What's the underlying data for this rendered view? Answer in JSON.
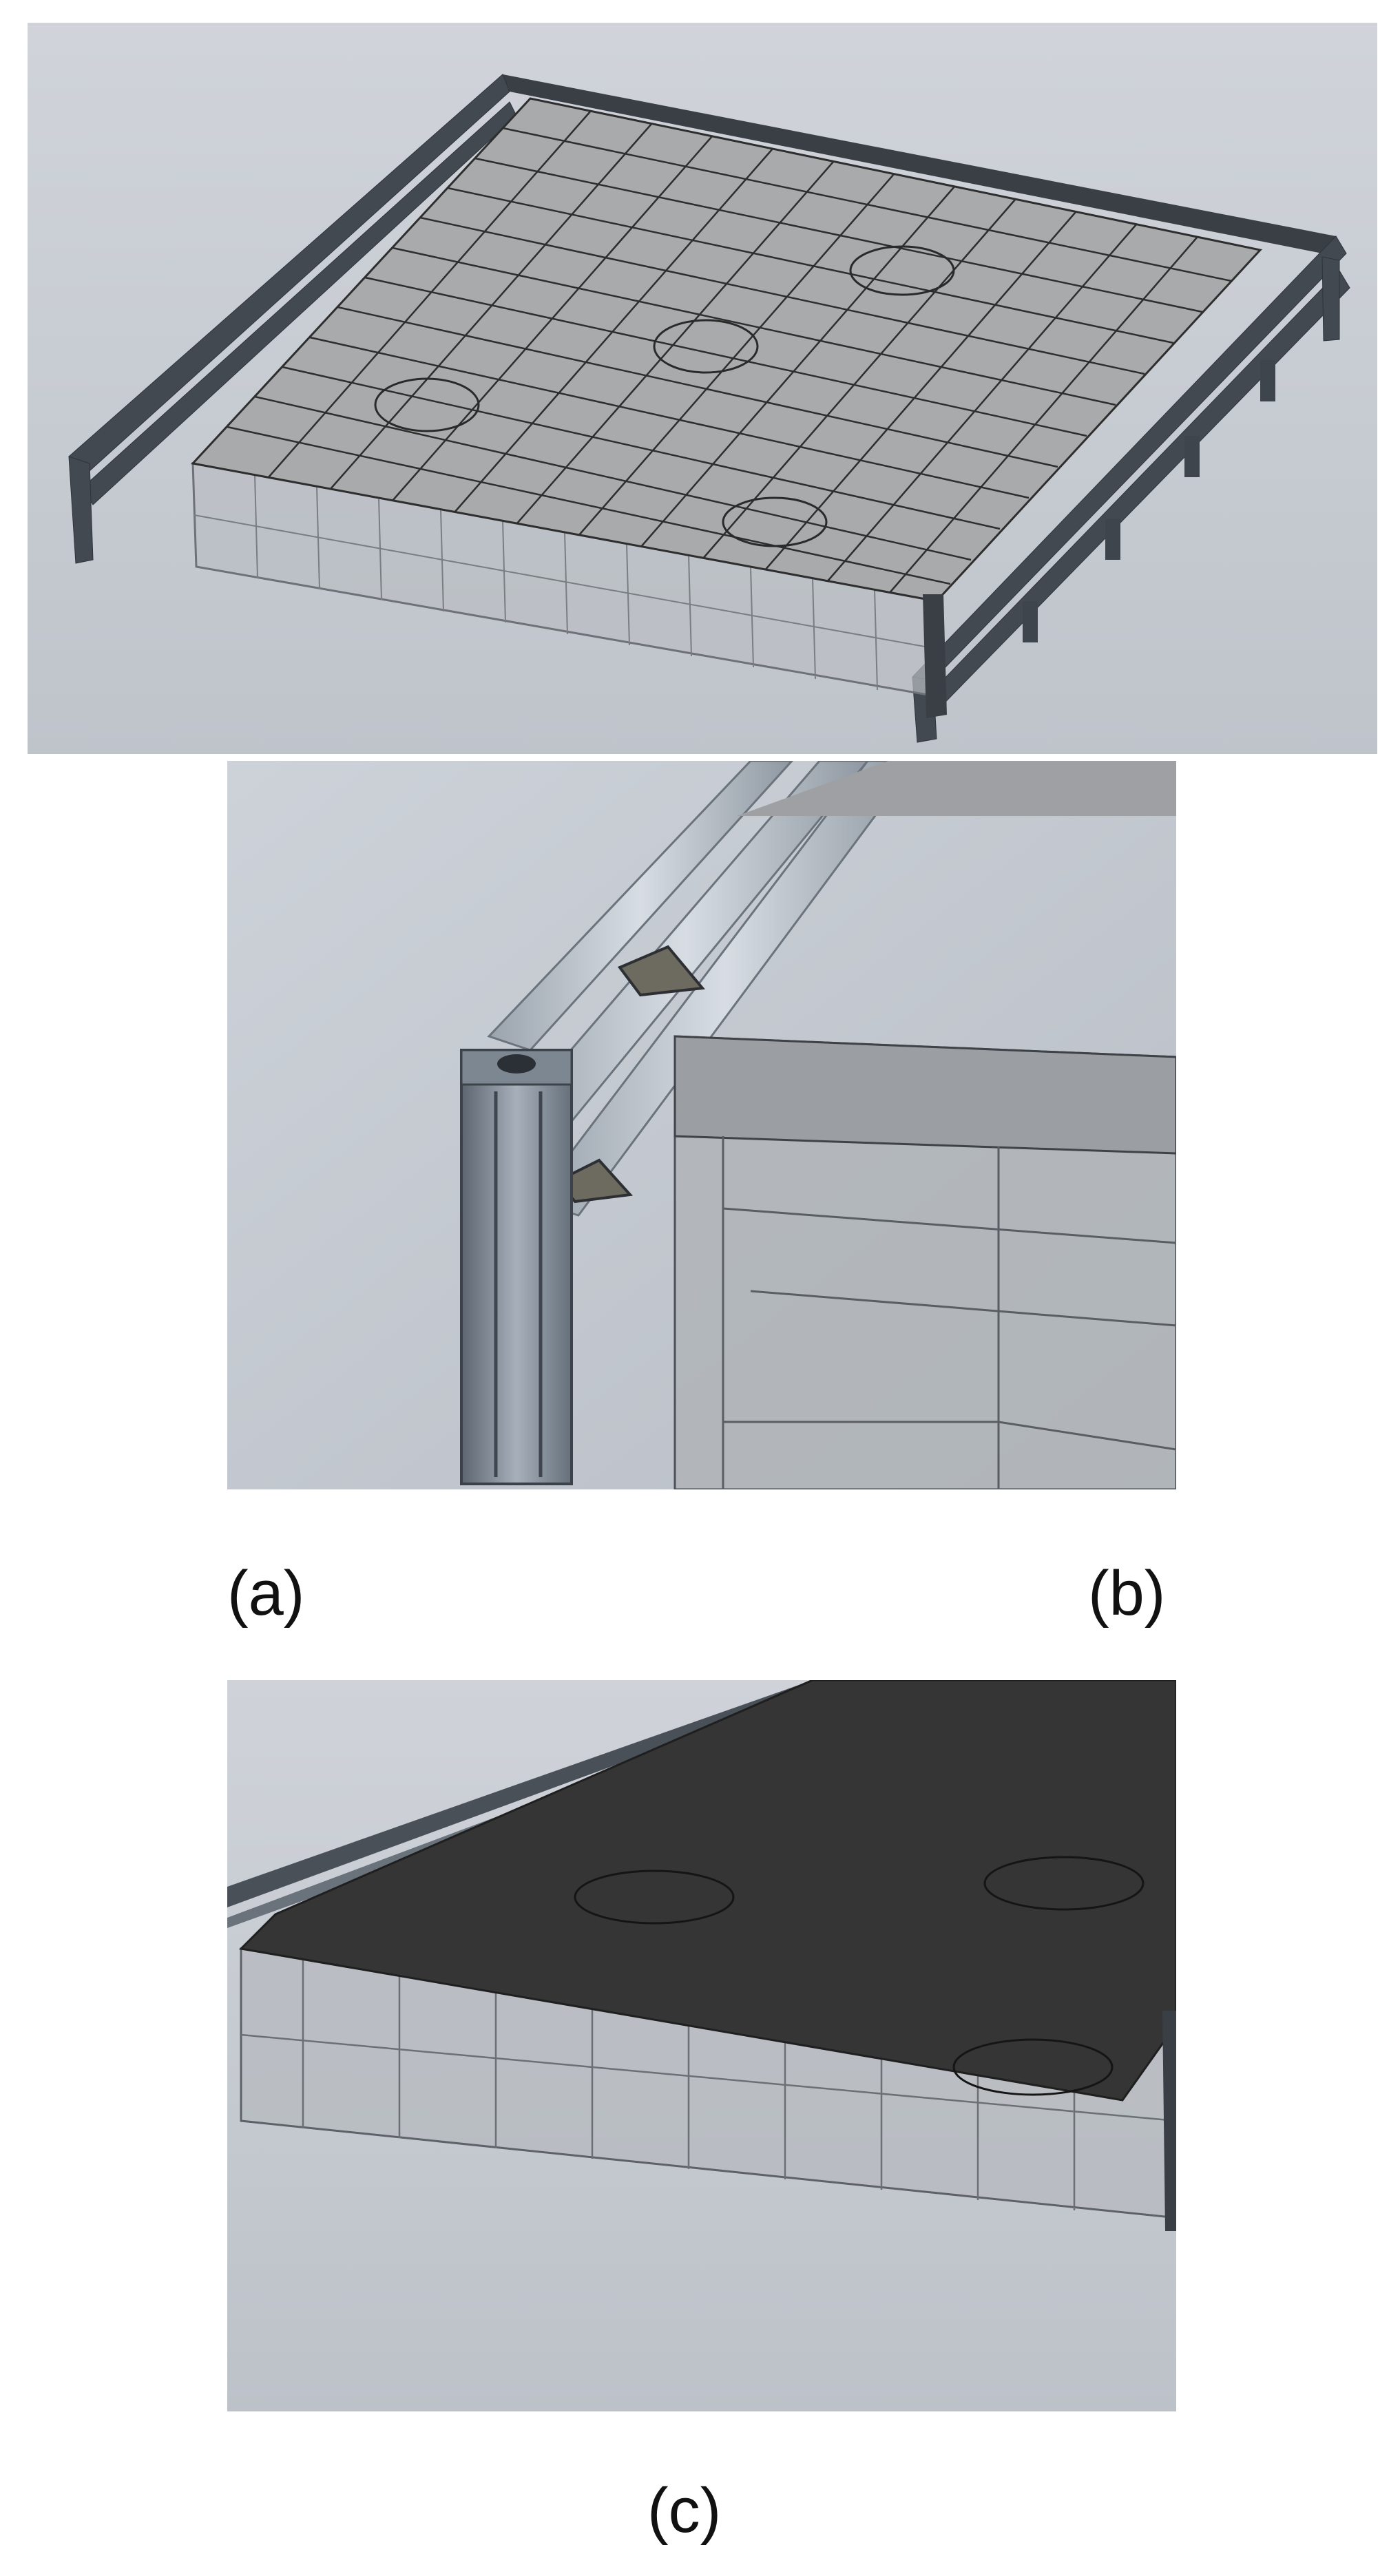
{
  "figure": {
    "captions": {
      "a": "(a)",
      "b": "(b)",
      "c": "(c)"
    },
    "colors": {
      "background": "#c7ccd3",
      "frame": "#3a3f46",
      "tile_top": "#a9a9a9",
      "tile_line": "#2e2e2e",
      "glass": "#b7bcc2",
      "dark_plate": "#353535"
    }
  }
}
